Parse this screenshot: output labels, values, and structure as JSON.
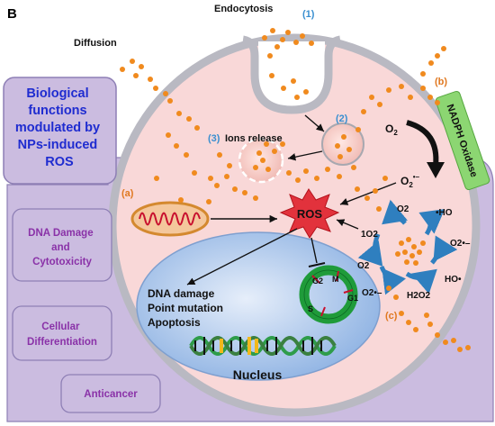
{
  "panel_label": "B",
  "left_panel": {
    "title_lines": [
      "Biological",
      "functions",
      "modulated by",
      "NPs-induced",
      "ROS"
    ],
    "boxes": [
      {
        "lines": [
          "DNA Damage",
          "and",
          "Cytotoxicity"
        ]
      },
      {
        "lines": [
          "Cellular",
          "Differentiation"
        ]
      },
      {
        "lines": [
          "Anticancer"
        ]
      }
    ]
  },
  "labels": {
    "endocytosis": "Endocytosis",
    "endocytosis_num": "(1)",
    "diffusion": "Diffusion",
    "step2": "(2)",
    "step3": "(3)",
    "ions_release": "Ions release",
    "a": "(a)",
    "b": "(b)",
    "c": "(c)",
    "nadph": "NADPH Oxidase",
    "o2": "O",
    "o2_sub": "2",
    "o2_radical": "O",
    "o2_radical_sub": "2",
    "o2_radical_sup": "•–",
    "ros": "ROS",
    "nucleus": "Nucleus",
    "dna_effects": [
      "DNA damage",
      "Point mutation",
      "Apoptosis"
    ]
  },
  "cycle": {
    "g2": "G2",
    "m": "M",
    "g1": "G1",
    "s": "S"
  },
  "ros_species": {
    "o2_top": "O2",
    "ho_top": "•HO",
    "singlet": "1O2",
    "superoxide_right": "O2•–",
    "o2_left": "O2",
    "ho_right": "HO•",
    "superoxide_bottom": "O2•–",
    "h2o2": "H2O2"
  },
  "colors": {
    "cell_fill": "#f9d8d8",
    "panel_fill": "#cbbce0",
    "title_blue": "#1f2cd0",
    "box_purple": "#8a32a8",
    "orange": "#f08a1e",
    "step_blue": "#3a8fd0",
    "nadph_green": "#8cd672",
    "ros_red": "#e2323c",
    "nucleus_blue": "#8fb8e6"
  }
}
